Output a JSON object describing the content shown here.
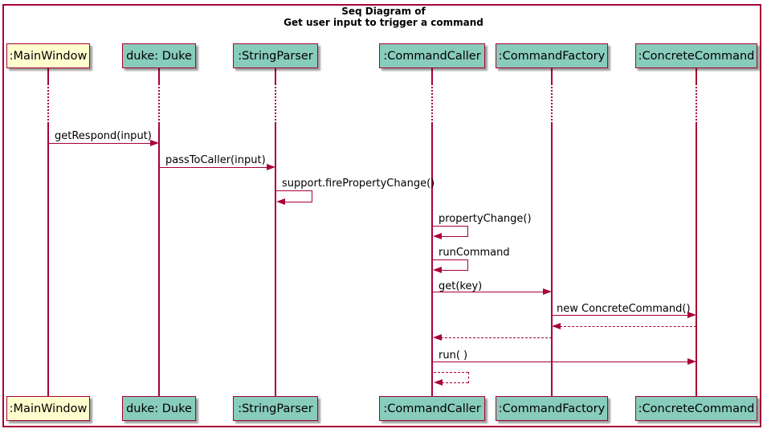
{
  "diagram_type": "uml-sequence-diagram",
  "title": {
    "line1": "Seq Diagram of",
    "line2": "Get user input to trigger a command"
  },
  "colors": {
    "stroke": "#A80036",
    "participant_teal": "#88CCBB",
    "participant_cream": "#FEFECE",
    "text": "#000000",
    "background": "#FFFFFF"
  },
  "participants": [
    {
      "label": ":MainWindow",
      "fill": "cream"
    },
    {
      "label": "duke: Duke",
      "fill": "teal"
    },
    {
      "label": ":StringParser",
      "fill": "teal"
    },
    {
      "label": ":CommandCaller",
      "fill": "teal"
    },
    {
      "label": ":CommandFactory",
      "fill": "teal"
    },
    {
      "label": ":ConcreteCommand",
      "fill": "teal"
    }
  ],
  "messages": [
    {
      "label": "getRespond(input)",
      "from": ":MainWindow",
      "to": "duke: Duke",
      "style": "solid"
    },
    {
      "label": "passToCaller(input)",
      "from": "duke: Duke",
      "to": ":StringParser",
      "style": "solid"
    },
    {
      "label": "support.firePropertyChange()",
      "from": ":StringParser",
      "to": ":StringParser",
      "style": "self"
    },
    {
      "label": "propertyChange()",
      "from": ":CommandCaller",
      "to": ":CommandCaller",
      "style": "self"
    },
    {
      "label": "runCommand",
      "from": ":CommandCaller",
      "to": ":CommandCaller",
      "style": "self"
    },
    {
      "label": "get(key)",
      "from": ":CommandCaller",
      "to": ":CommandFactory",
      "style": "solid"
    },
    {
      "label": "new ConcreteCommand()",
      "from": ":CommandFactory",
      "to": ":ConcreteCommand",
      "style": "solid"
    },
    {
      "label": "",
      "from": ":ConcreteCommand",
      "to": ":CommandFactory",
      "style": "return-dashed"
    },
    {
      "label": "",
      "from": ":CommandFactory",
      "to": ":CommandCaller",
      "style": "return-dashed"
    },
    {
      "label": "run( )",
      "from": ":CommandCaller",
      "to": ":ConcreteCommand",
      "style": "solid"
    },
    {
      "label": "",
      "from": ":CommandCaller",
      "to": ":CommandCaller",
      "style": "self-return-dashed"
    }
  ]
}
